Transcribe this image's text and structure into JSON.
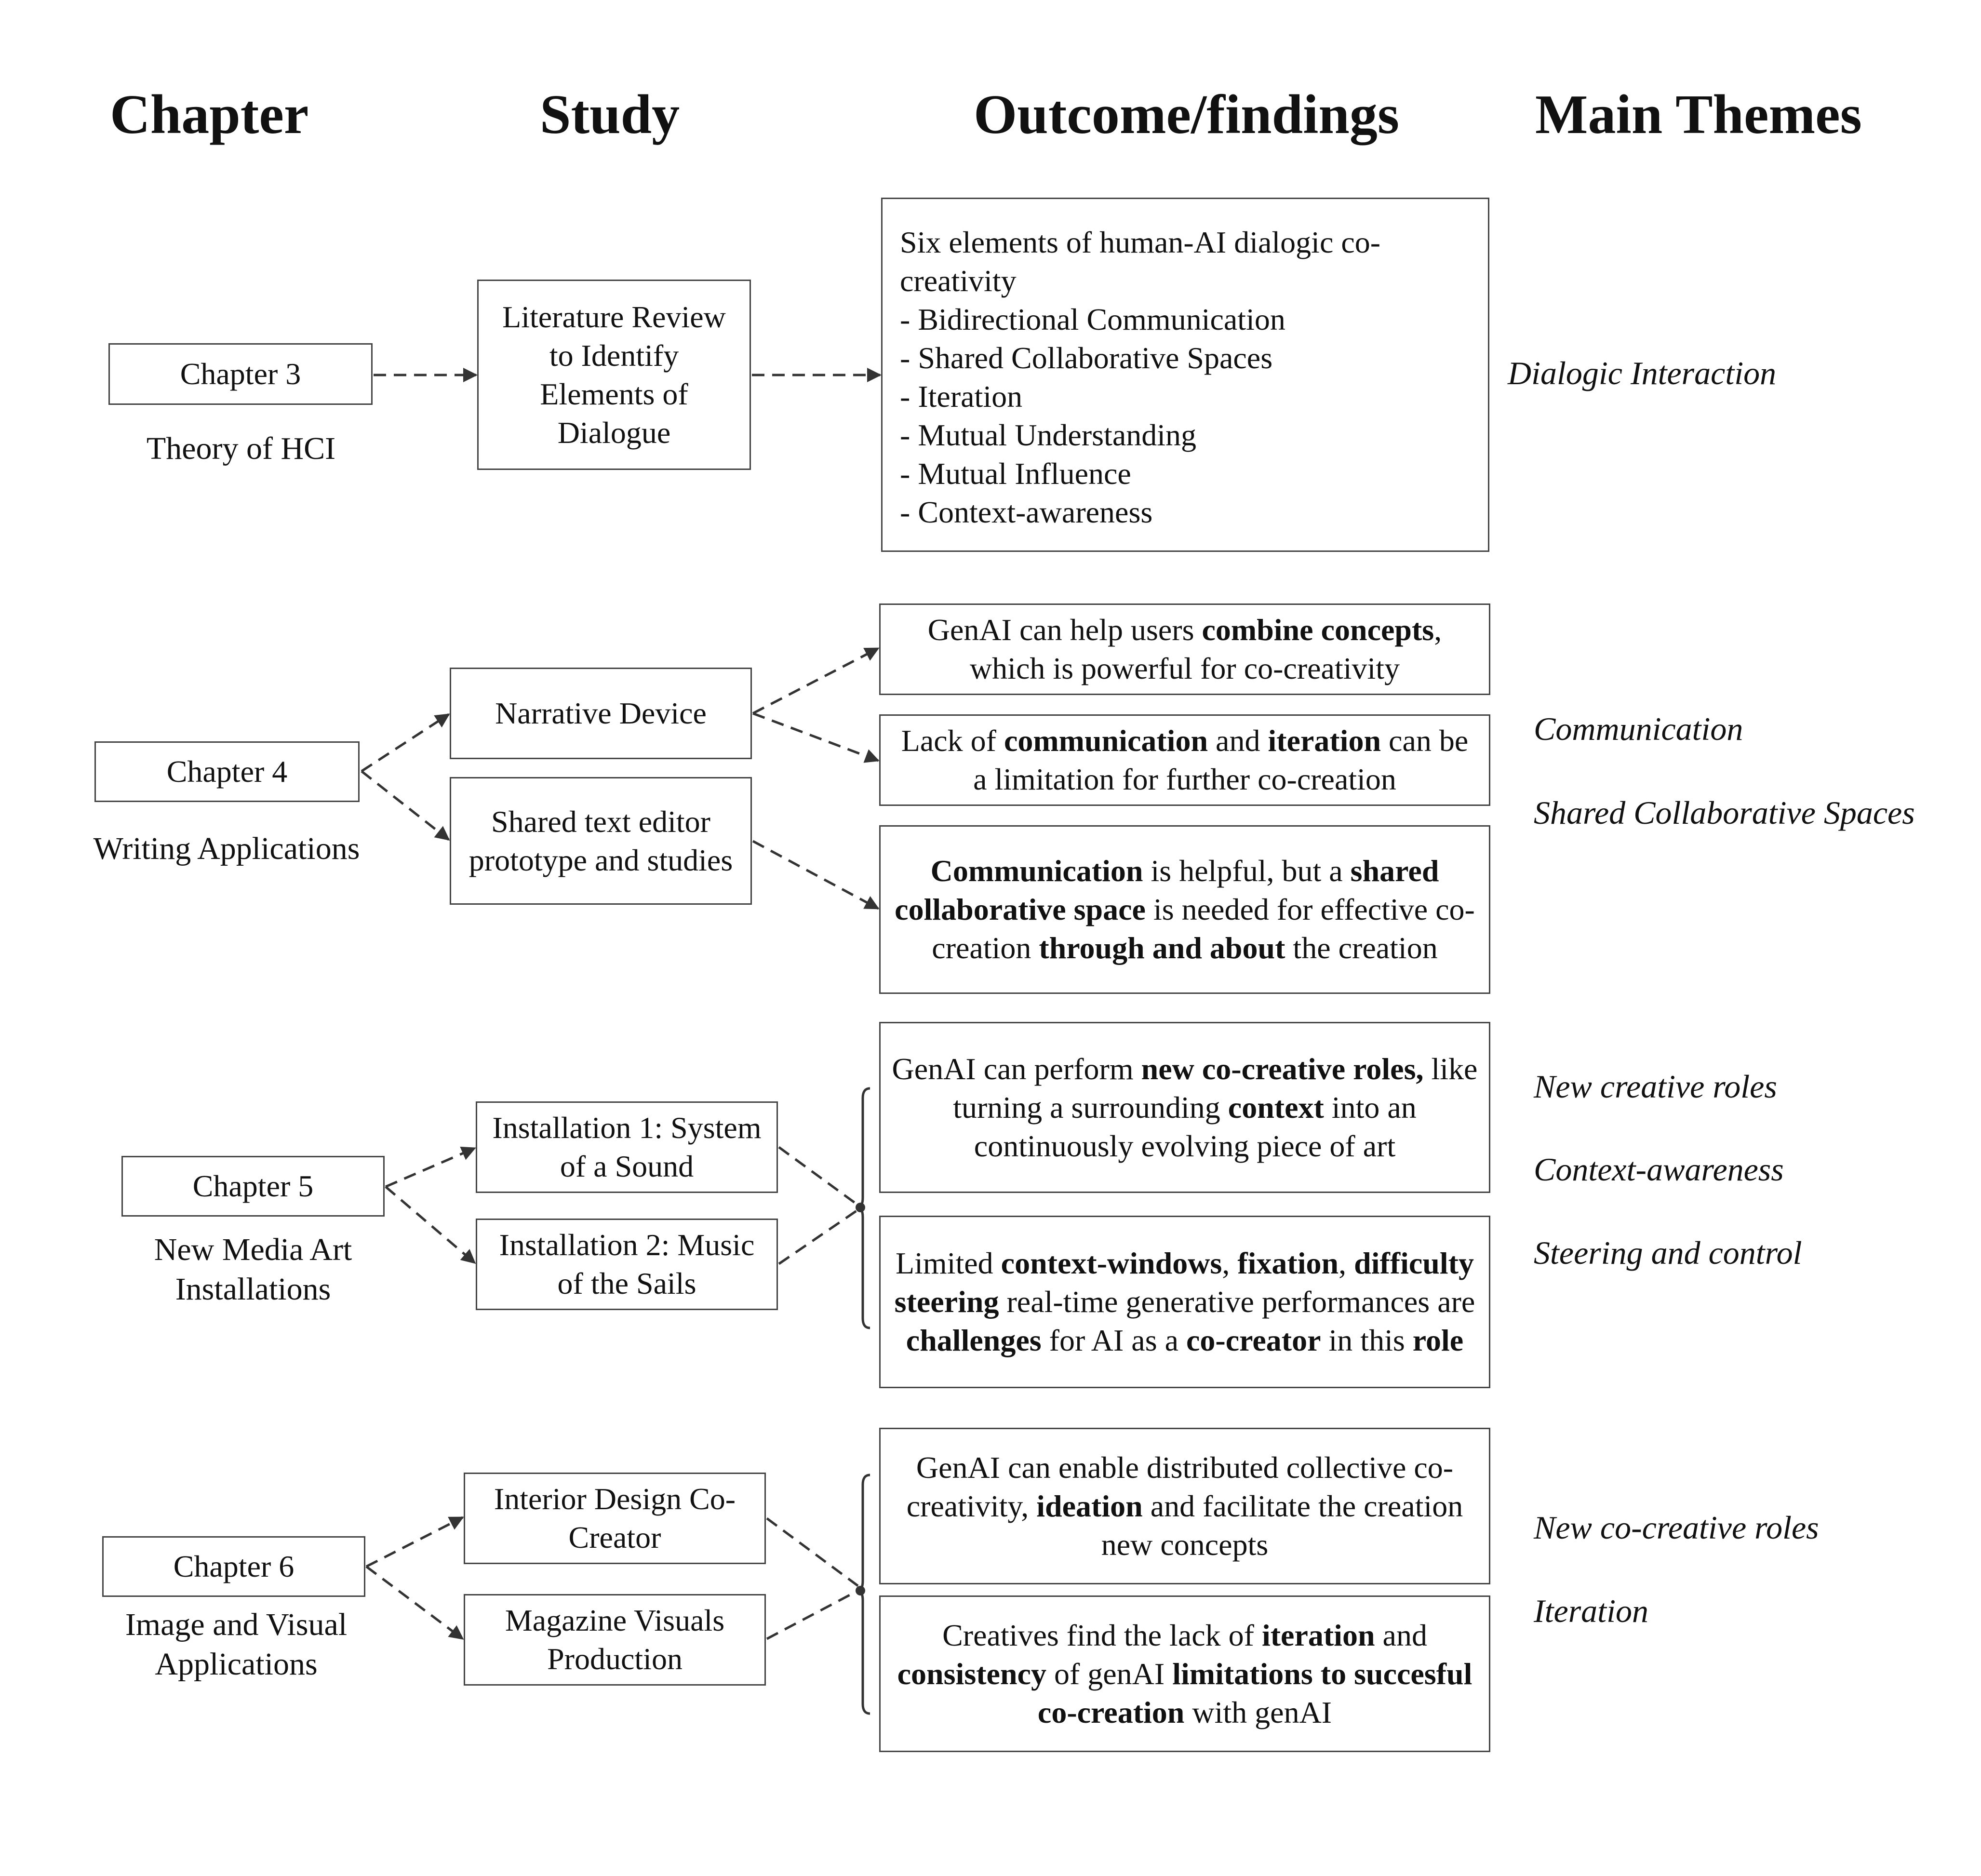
{
  "headers": {
    "chapter": "Chapter",
    "study": "Study",
    "outcome": "Outcome/findings",
    "themes": "Main Themes"
  },
  "chapters": [
    {
      "label": "Chapter 3",
      "caption": "Theory of HCI",
      "studies": [
        "Literature Review to Identify Elements of Dialogue"
      ],
      "findings": [
        {
          "lines": [
            "Six elements of human-AI dialogic co-",
            "creativity",
            "- Bidirectional Communication",
            "- Shared Collaborative Spaces",
            "- Iteration",
            "- Mutual Understanding",
            "- Mutual Influence",
            "- Context-awareness"
          ]
        }
      ],
      "themes": [
        "Dialogic Interaction"
      ]
    },
    {
      "label": "Chapter 4",
      "caption": "Writing Applications",
      "studies": [
        "Narrative Device",
        "Shared text editor prototype and studies"
      ],
      "findings": [
        {
          "segments": [
            {
              "t": "GenAI can help users ",
              "b": false
            },
            {
              "t": "combine concepts",
              "b": true
            },
            {
              "t": ", which is powerful for co-creativity",
              "b": false
            }
          ]
        },
        {
          "segments": [
            {
              "t": "Lack of ",
              "b": false
            },
            {
              "t": "communication",
              "b": true
            },
            {
              "t": " and ",
              "b": false
            },
            {
              "t": "iteration",
              "b": true
            },
            {
              "t": " can be a limitation for further co-creation",
              "b": false
            }
          ]
        },
        {
          "segments": [
            {
              "t": "Communication",
              "b": true
            },
            {
              "t": " is helpful, but a ",
              "b": false
            },
            {
              "t": "shared collaborative space",
              "b": true
            },
            {
              "t": " is needed for effective co-creation ",
              "b": false
            },
            {
              "t": "through and about",
              "b": true
            },
            {
              "t": " the creation",
              "b": false
            }
          ]
        }
      ],
      "themes": [
        "Communication",
        "Shared Collaborative Spaces"
      ]
    },
    {
      "label": "Chapter 5",
      "caption": "New Media Art Installations",
      "studies": [
        "Installation 1: System of a Sound",
        "Installation 2: Music of the Sails"
      ],
      "findings": [
        {
          "segments": [
            {
              "t": "GenAI can perform ",
              "b": false
            },
            {
              "t": "new co-creative roles,",
              "b": true
            },
            {
              "t": " like turning a surrounding ",
              "b": false
            },
            {
              "t": "context",
              "b": true
            },
            {
              "t": " into an continuously evolving piece of art",
              "b": false
            }
          ]
        },
        {
          "segments": [
            {
              "t": "Limited ",
              "b": false
            },
            {
              "t": "context-windows",
              "b": true
            },
            {
              "t": ", ",
              "b": false
            },
            {
              "t": "fixation",
              "b": true
            },
            {
              "t": ", ",
              "b": false
            },
            {
              "t": "difficulty steering",
              "b": true
            },
            {
              "t": " real-time generative performances are ",
              "b": false
            },
            {
              "t": "challenges",
              "b": true
            },
            {
              "t": " for AI as a ",
              "b": false
            },
            {
              "t": "co-creator",
              "b": true
            },
            {
              "t": " in this ",
              "b": false
            },
            {
              "t": "role",
              "b": true
            }
          ]
        }
      ],
      "themes": [
        "New creative roles",
        "Context-awareness",
        "Steering and control"
      ]
    },
    {
      "label": "Chapter 6",
      "caption": "Image and Visual Applications",
      "studies": [
        "Interior Design Co-Creator",
        "Magazine Visuals Production"
      ],
      "findings": [
        {
          "segments": [
            {
              "t": "GenAI can enable distributed collective co-creativity, ",
              "b": false
            },
            {
              "t": "ideation",
              "b": true
            },
            {
              "t": " and facilitate the creation new concepts",
              "b": false
            }
          ]
        },
        {
          "segments": [
            {
              "t": "Creatives find the lack of ",
              "b": false
            },
            {
              "t": "iteration",
              "b": true
            },
            {
              "t": " and ",
              "b": false
            },
            {
              "t": "consistency",
              "b": true
            },
            {
              "t": " of genAI ",
              "b": false
            },
            {
              "t": "limitations to succesful co-creation",
              "b": true
            },
            {
              "t": " with genAI",
              "b": false
            }
          ]
        }
      ],
      "themes": [
        "New co-creative roles",
        "Iteration"
      ]
    }
  ]
}
